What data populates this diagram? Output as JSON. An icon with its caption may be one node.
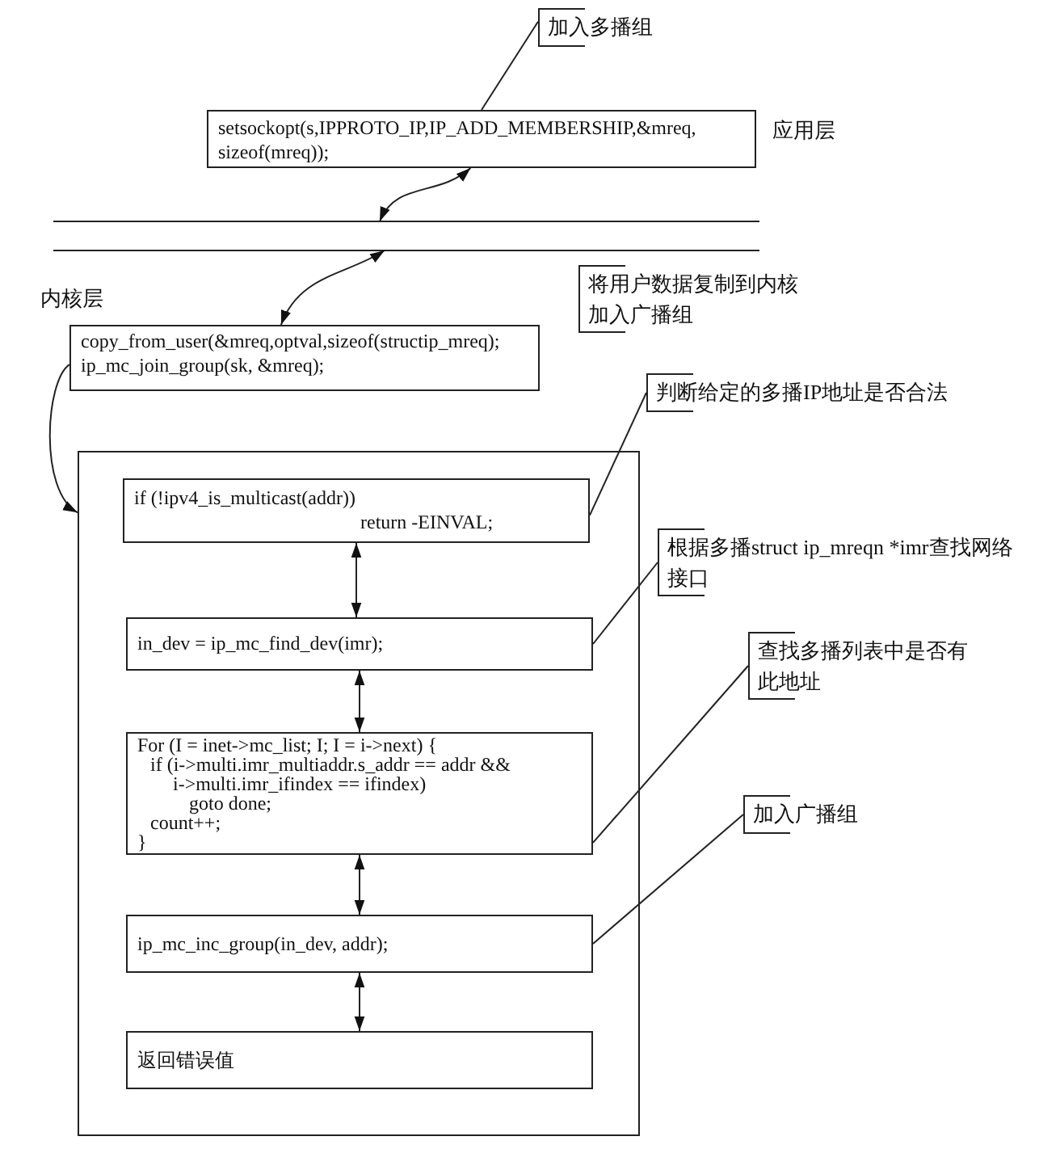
{
  "diagram": {
    "nodes": [
      {
        "text": [
          "加入多播组"
        ]
      },
      {
        "text": [
          "setsockopt(s,IPPROTO_IP,IP_ADD_MEMBERSHIP,&mreq, sizeof(mreq));"
        ]
      },
      {
        "text": [
          "将用户数据复制到内核加入广播组"
        ]
      },
      {
        "text": [
          "copy_from_user(&mreq,optval,sizeof(structip_mreq);",
          "ip_mc_join_group(sk, &mreq);"
        ]
      },
      {
        "text": [
          "判断给定的多播IP地址是否合法"
        ]
      },
      {
        "text": [],
        "shape": "box"
      },
      {
        "text": [
          "if (!ipv4_is_multicast(addr))",
          "return -EINVAL;"
        ],
        "in": 5
      },
      {
        "text": [
          "根据多播struct ip_mreqn *imr查找网络接口"
        ]
      },
      {
        "text": [
          "in_dev = ip_mc_find_dev(imr);"
        ],
        "in": 5
      },
      {
        "text": [
          "查找多播列表中是否有此地址"
        ]
      },
      {
        "text": [
          "For (I = inet->mc_list; I; I = i->next) {",
          "if (i->multi.imr_multiaddr.s_addr == addr &&",
          "i->multi.imr_ifindex == ifindex)",
          "goto done;",
          "count++;",
          "}"
        ],
        "in": 5
      },
      {
        "text": [
          "加入广播组"
        ]
      },
      {
        "text": [
          "ip_mc_inc_group(in_dev, addr);"
        ],
        "in": 5
      },
      {
        "text": [
          "返回错误值"
        ],
        "in": 5
      }
    ],
    "edges": [
      {
        "from": 0,
        "to": 1,
        "arrow": "none"
      },
      {
        "from": 1,
        "to": null,
        "arrow": "both"
      },
      {
        "from": null,
        "to": 3,
        "arrow": "both"
      },
      {
        "from": 3,
        "to": 5,
        "arrow": "to"
      },
      {
        "from": 4,
        "to": 6,
        "arrow": "none"
      },
      {
        "from": 6,
        "to": 8,
        "arrow": "both"
      },
      {
        "from": 7,
        "to": 8,
        "arrow": "none"
      },
      {
        "from": 8,
        "to": 10,
        "arrow": "both"
      },
      {
        "from": 9,
        "to": 10,
        "arrow": "none"
      },
      {
        "from": 10,
        "to": 12,
        "arrow": "both"
      },
      {
        "from": 11,
        "to": 12,
        "arrow": "none"
      },
      {
        "from": 12,
        "to": 13,
        "arrow": "both"
      }
    ],
    "labels": [
      "应用层",
      "内核层"
    ]
  }
}
